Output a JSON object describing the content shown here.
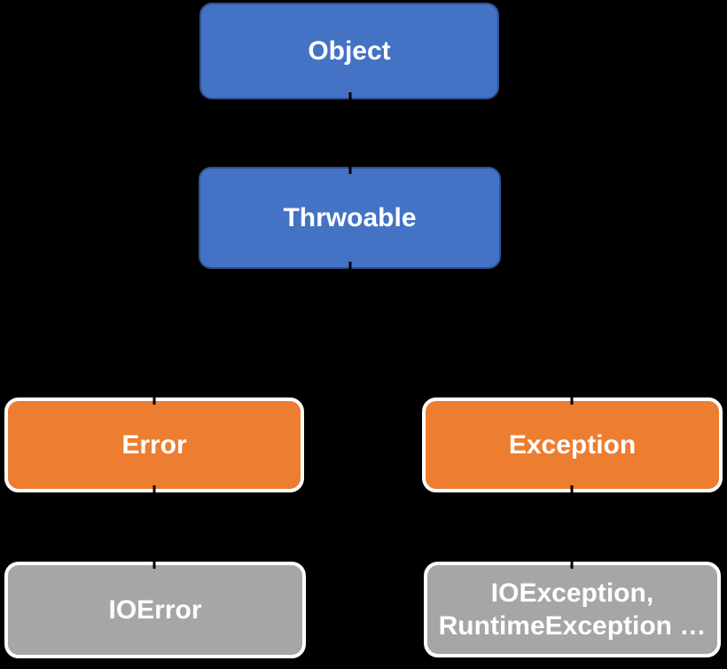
{
  "diagram": {
    "background_color": "#000000",
    "text_color": "#FFFFFF",
    "palette": {
      "blue_fill": "#4472C4",
      "blue_border": "#2F528F",
      "orange_fill": "#ED7D31",
      "gray_fill": "#A6A6A6",
      "light_border": "#FFFFFF",
      "connector": "#000000"
    },
    "nodes": [
      {
        "id": "object",
        "label": "Object",
        "fill": "#4472C4",
        "border": "#2F528F",
        "row": 1
      },
      {
        "id": "throwable",
        "label": "Thrwoable",
        "fill": "#4472C4",
        "border": "#2F528F",
        "row": 2
      },
      {
        "id": "error",
        "label": "Error",
        "fill": "#ED7D31",
        "border": "#FFFFFF",
        "row": 3
      },
      {
        "id": "exception",
        "label": "Exception",
        "fill": "#ED7D31",
        "border": "#FFFFFF",
        "row": 3
      },
      {
        "id": "ioerror",
        "label": "IOError",
        "fill": "#A6A6A6",
        "border": "#FFFFFF",
        "row": 4
      },
      {
        "id": "ioexception",
        "label": "IOException,\nRuntimeException …",
        "fill": "#A6A6A6",
        "border": "#FFFFFF",
        "row": 4
      }
    ],
    "edges": [
      {
        "from": "object",
        "to": "throwable"
      },
      {
        "from": "throwable",
        "to": "error"
      },
      {
        "from": "throwable",
        "to": "exception"
      },
      {
        "from": "error",
        "to": "ioerror"
      },
      {
        "from": "exception",
        "to": "ioexception"
      }
    ]
  }
}
